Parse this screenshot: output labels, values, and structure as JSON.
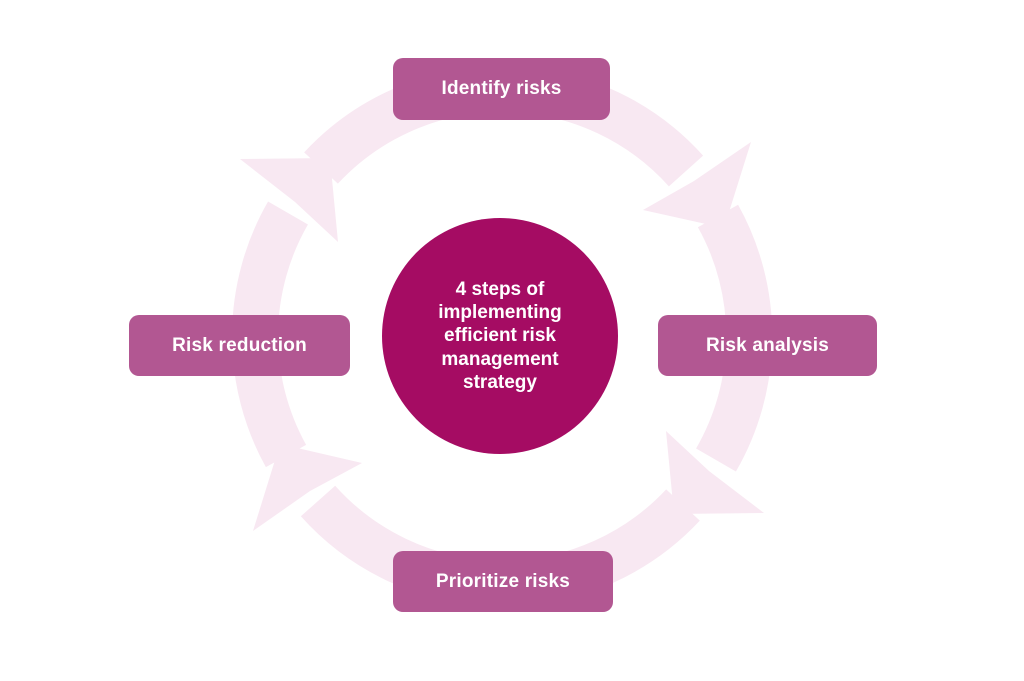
{
  "diagram": {
    "type": "cycle",
    "cycle_direction": "clockwise",
    "center": {
      "label": "4 steps of implementing efficient risk management strategy"
    },
    "steps": [
      {
        "label": "Identify risks",
        "position": "top"
      },
      {
        "label": "Risk analysis",
        "position": "right"
      },
      {
        "label": "Prioritize risks",
        "position": "bottom"
      },
      {
        "label": "Risk reduction",
        "position": "left"
      }
    ],
    "colors": {
      "step_box": "#b25792",
      "center_circle": "#a50c63",
      "cycle_arrow": "#f8e8f2",
      "text": "#ffffff",
      "background": "#ffffff"
    }
  }
}
